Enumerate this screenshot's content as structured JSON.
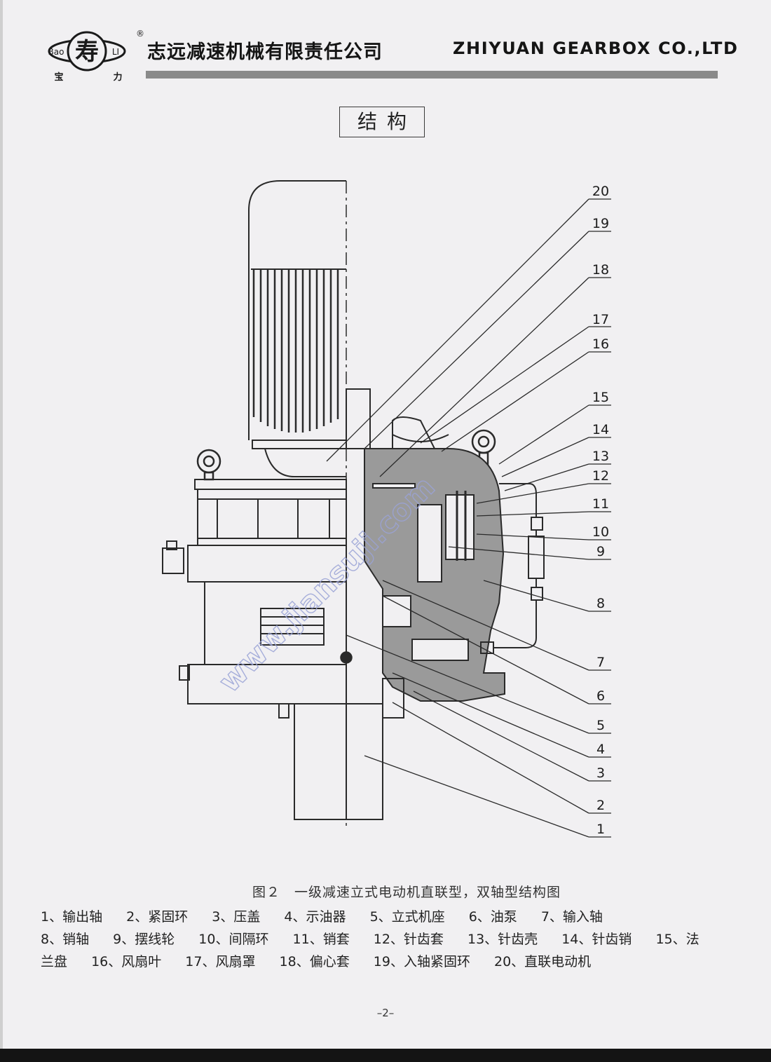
{
  "header": {
    "logo": {
      "registered_mark": "®",
      "text_left": "Bao",
      "text_right": "LI",
      "char_left": "宝",
      "char_right": "力",
      "glyph": "寿"
    },
    "company_cn": "志远减速机械有限责任公司",
    "company_en": "ZHIYUAN GEARBOX CO.,LTD"
  },
  "section_title": "结构",
  "drawing": {
    "labels": [
      "20",
      "19",
      "18",
      "17",
      "16",
      "15",
      "14",
      "13",
      "12",
      "11",
      "10",
      "9",
      "8",
      "7",
      "6",
      "5",
      "4",
      "3",
      "2",
      "1"
    ],
    "watermark": "www.jiansuji.com",
    "colors": {
      "line": "#2a2a2a",
      "shade": "#8f8f8f",
      "watermark": "#9aa3d6"
    }
  },
  "figure_caption": "图２　一级减速立式电动机直联型，双轴型结构图",
  "parts": {
    "line1": [
      "1、输出轴",
      "2、紧固环",
      "3、压盖",
      "4、示油器",
      "5、立式机座",
      "6、油泵",
      "7、输入轴"
    ],
    "line2": [
      "8、销轴",
      "9、摆线轮",
      "10、间隔环",
      "11、销套",
      "12、针齿套",
      "13、针齿壳",
      "14、针齿销",
      "15、法"
    ],
    "line3": [
      "兰盘",
      "16、风扇叶",
      "17、风扇罩",
      "18、偏心套",
      "19、入轴紧固环",
      "20、直联电动机"
    ]
  },
  "page_number": "–2–"
}
